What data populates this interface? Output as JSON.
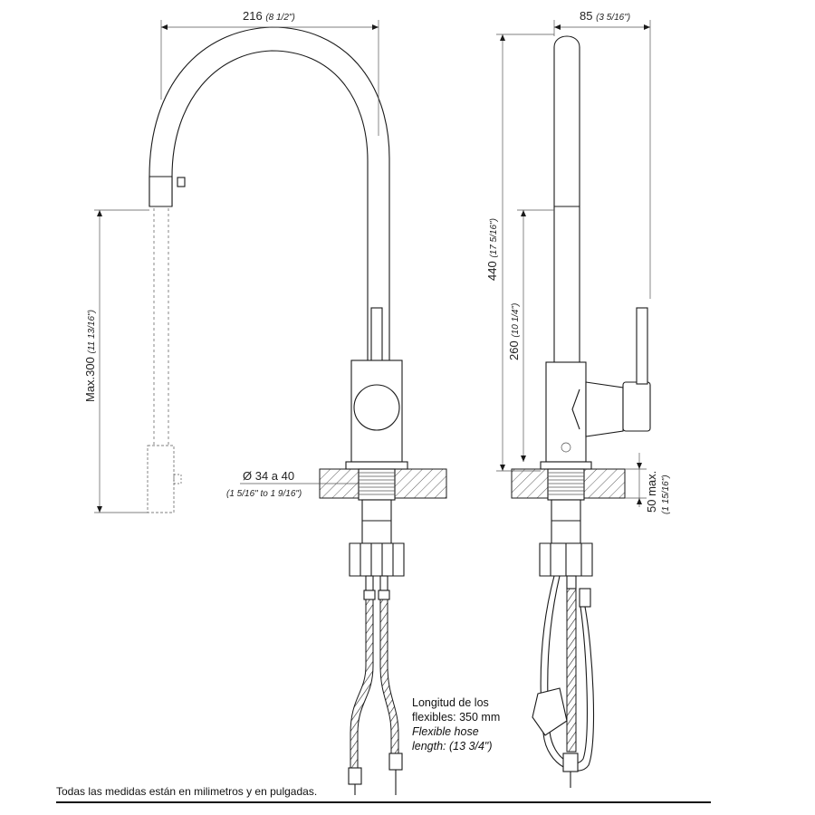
{
  "dimensions": {
    "width_total": "216",
    "width_total_in": "(8 1/2\")",
    "depth": "85",
    "depth_in": "(3 5/16\")",
    "pullout_max": "Max.300",
    "pullout_max_in": "(11 13/16\")",
    "height_total": "440",
    "height_total_in": "(17 5/16\")",
    "spout_height": "260",
    "spout_height_in": "(10 1/4\")",
    "hole_diameter": "Ø 34 a 40",
    "hole_diameter_in": "(1 5/16\" to 1 9/16\")",
    "deck_thickness": "50 max.",
    "deck_thickness_in": "(1 15/16\")"
  },
  "notes": {
    "hose_es_line1": "Longitud de los",
    "hose_es_line2": "flexibles: 350 mm",
    "hose_en_line1": "Flexible hose",
    "hose_en_line2": "length: (13 3/4\")",
    "footer": "Todas las medidas están en milimetros y en pulgadas."
  }
}
